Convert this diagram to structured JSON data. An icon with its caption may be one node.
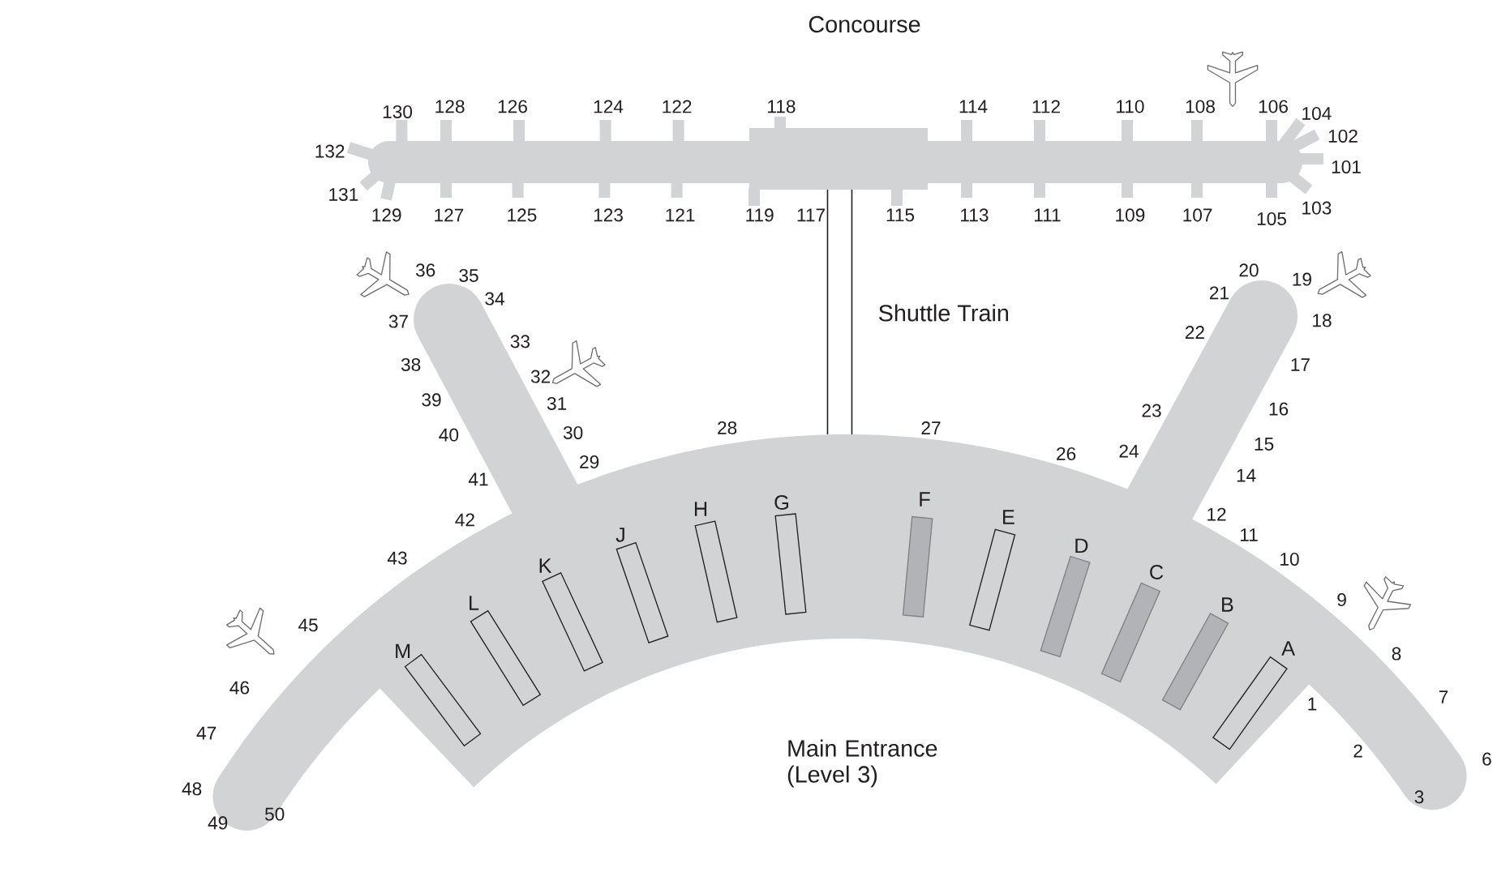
{
  "diagram": {
    "nodes": [
      {
        "text": [
          "Concourse"
        ]
      },
      {
        "text": [],
        "shape": "band"
      },
      {
        "text": [
          "M"
        ],
        "in": 1
      },
      {
        "text": [
          "L"
        ],
        "in": 1
      },
      {
        "text": [
          "K"
        ],
        "in": 1
      },
      {
        "text": [
          "J"
        ],
        "in": 1
      },
      {
        "text": [
          "H"
        ],
        "in": 1
      },
      {
        "text": [
          "G"
        ],
        "in": 1
      },
      {
        "text": [
          "F"
        ],
        "in": 1
      },
      {
        "text": [
          "E"
        ],
        "in": 1
      },
      {
        "text": [
          "D"
        ],
        "in": 1
      },
      {
        "text": [
          "C"
        ],
        "in": 1
      },
      {
        "text": [
          "B"
        ],
        "in": 1
      },
      {
        "text": [
          "A"
        ],
        "in": 1
      }
    ],
    "edges": [
      {
        "from": 0,
        "to": 1,
        "arrow": "none",
        "label": "Shuttle Train"
      }
    ],
    "labels": [
      "130",
      "128",
      "126",
      "124",
      "122",
      "118",
      "114",
      "112",
      "110",
      "108",
      "106",
      "104",
      "102",
      "132",
      "101",
      "131",
      "103",
      "129",
      "127",
      "125",
      "123",
      "121",
      "119",
      "117",
      "115",
      "113",
      "111",
      "109",
      "107",
      "105",
      "36",
      "35",
      "20",
      "19",
      "34",
      "21",
      "37",
      "18",
      "33",
      "22",
      "38",
      "17",
      "32",
      "39",
      "31",
      "23",
      "16",
      "40",
      "30",
      "28",
      "27",
      "26",
      "24",
      "15",
      "29",
      "41",
      "14",
      "42",
      "12",
      "11",
      "43",
      "10",
      "9",
      "45",
      "8",
      "46",
      "1",
      "7",
      "47",
      "2",
      "6",
      "48",
      "3",
      "49",
      "50",
      "Main Entrance (Level 3)"
    ]
  }
}
